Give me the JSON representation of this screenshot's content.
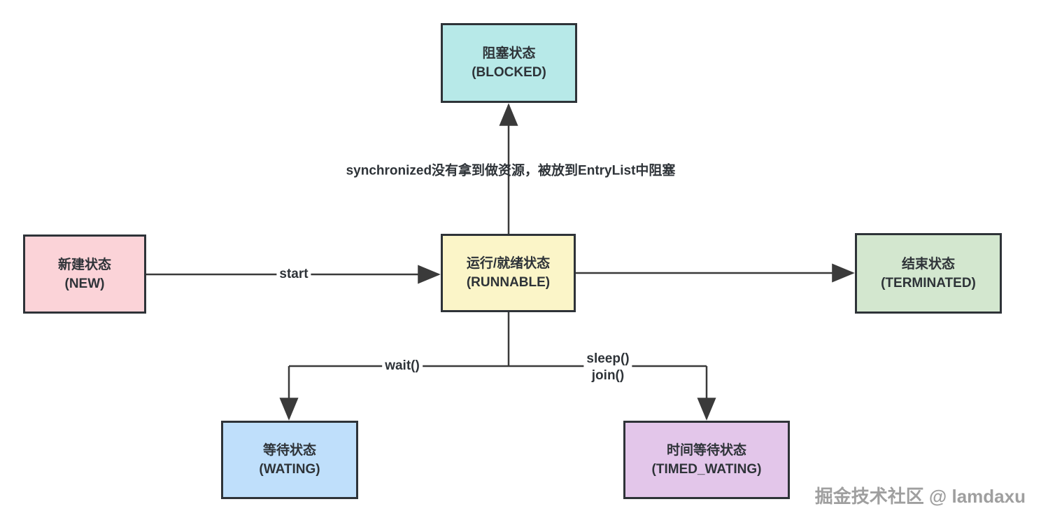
{
  "diagram": {
    "nodes": {
      "blocked": {
        "title": "阻塞状态",
        "subtitle": "(BLOCKED)",
        "color": "#b7e9e8"
      },
      "new": {
        "title": "新建状态",
        "subtitle": "(NEW)",
        "color": "#fbd3d8"
      },
      "runnable": {
        "title": "运行/就绪状态",
        "subtitle": "(RUNNABLE)",
        "color": "#fbf5c8"
      },
      "terminated": {
        "title": "结束状态",
        "subtitle": "(TERMINATED)",
        "color": "#d3e7cf"
      },
      "waiting": {
        "title": "等待状态",
        "subtitle": "(WATING)",
        "color": "#bfdffb"
      },
      "timed_waiting": {
        "title": "时间等待状态",
        "subtitle": "(TIMED_WATING)",
        "color": "#e3c6ea"
      }
    },
    "edges": {
      "runnable_to_blocked": {
        "label": "synchronized没有拿到做资源，被放到EntryList中阻塞"
      },
      "new_to_runnable": {
        "label": "start"
      },
      "runnable_to_terminated": {
        "label": ""
      },
      "runnable_to_waiting": {
        "label": "wait()"
      },
      "runnable_to_timed_waiting": {
        "labels": [
          "sleep()",
          "join()"
        ]
      }
    },
    "colors": {
      "line": "#3a3a3a",
      "border": "#2e3338",
      "text": "#2e3338",
      "watermark": "#9f9f9f"
    },
    "watermark": "掘金技术社区 @ lamdaxu"
  }
}
